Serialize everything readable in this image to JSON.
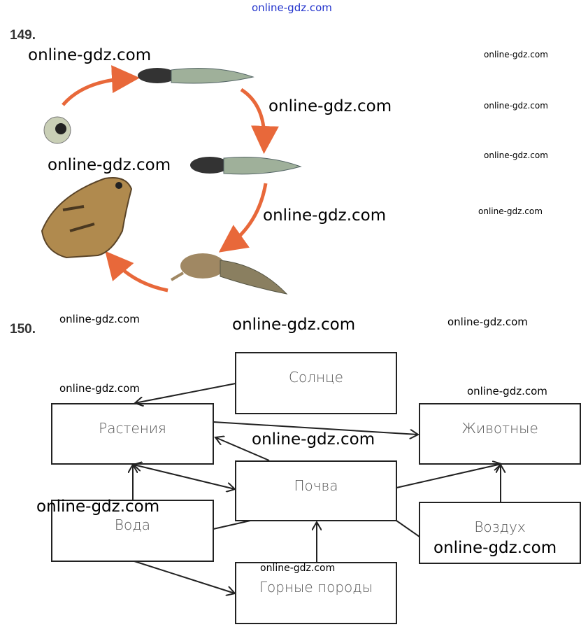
{
  "header_watermark": "online-gdz.com",
  "task149": {
    "number": "149."
  },
  "task150": {
    "number": "150.",
    "nodes": {
      "sun": "Солнце",
      "plants": "Растения",
      "animals": "Животные",
      "soil": "Почва",
      "water": "Вода",
      "air": "Воздух",
      "rocks": "Горные породы"
    }
  },
  "watermark": "online-gdz.com",
  "colors": {
    "arrow_orange": "#e8683a",
    "line": "#222222"
  }
}
